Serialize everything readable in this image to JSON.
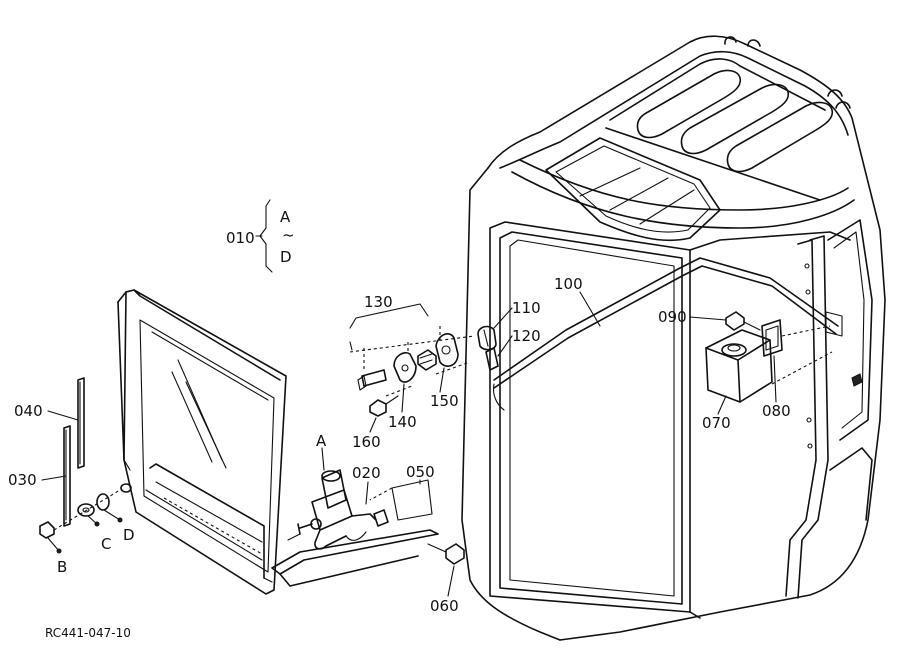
{
  "diagram": {
    "labels": {
      "p010": "010",
      "rangeA": "A",
      "rangeTilde": "~",
      "rangeD": "D",
      "p020": "020",
      "p030": "030",
      "p040": "040",
      "p050": "050",
      "p060": "060",
      "p070": "070",
      "p080": "080",
      "p090": "090",
      "p100": "100",
      "p110": "110",
      "p120": "120",
      "p130": "130",
      "p140": "140",
      "p150": "150",
      "p160": "160",
      "refA": "A",
      "refB": "B",
      "refC": "C",
      "refD": "D"
    },
    "figure_code": "RC441-047-10"
  }
}
